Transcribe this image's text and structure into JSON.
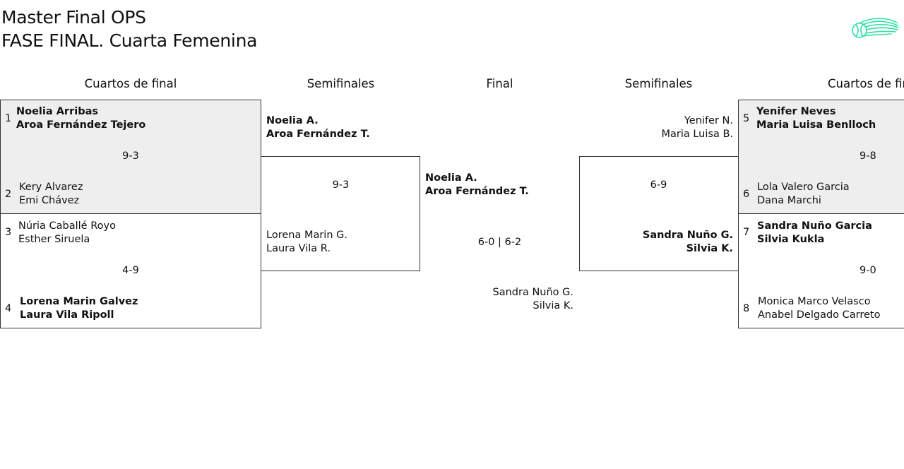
{
  "title": {
    "line1": "Master Final OPS",
    "line2": "FASE FINAL. Cuarta Femenina"
  },
  "logo_icon": "tennis-ball-logo-icon",
  "colors": {
    "accent": "#2de0a0",
    "shade": "#eeeeee",
    "border": "#333333"
  },
  "headers": {
    "qf_left": "Cuartos de final",
    "sf_left": "Semifinales",
    "final": "Final",
    "sf_right": "Semifinales",
    "qf_right": "Cuartos de fin"
  },
  "qf_left": {
    "m1": {
      "s1": "1",
      "p1a": "Noelia Arribas",
      "p1b": "Aroa Fernández Tejero",
      "score": "9-3",
      "s2": "2",
      "p2a": "Kery Alvarez",
      "p2b": "Emi Chávez"
    },
    "m2": {
      "s1": "3",
      "p1a": "Núria Caballé Royo",
      "p1b": "Esther Siruela",
      "score": "4-9",
      "s2": "4",
      "p2a": "Lorena Marin Galvez",
      "p2b": "Laura Vila Ripoll"
    }
  },
  "sf_left": {
    "t1a": "Noelia A.",
    "t1b": "Aroa Fernández T.",
    "score": "9-3",
    "t2a": "Lorena Marin G.",
    "t2b": "Laura Vila R."
  },
  "final": {
    "t1a": "Noelia A.",
    "t1b": "Aroa Fernández T.",
    "score": "6-0 | 6-2",
    "t2a": "Sandra Nuño G.",
    "t2b": "Silvia K."
  },
  "sf_right": {
    "t1a": "Yenifer N.",
    "t1b": "Maria Luisa B.",
    "score": "6-9",
    "t2a": "Sandra Nuño G.",
    "t2b": "Silvia K."
  },
  "qf_right": {
    "m1": {
      "s1": "5",
      "p1a": "Yenifer Neves",
      "p1b": "Maria Luisa Benlloch",
      "score": "9-8",
      "s2": "6",
      "p2a": "Lola Valero Garcia",
      "p2b": "Dana Marchi"
    },
    "m2": {
      "s1": "7",
      "p1a": "Sandra Nuño Garcia",
      "p1b": "Silvia Kukla",
      "score": "9-0",
      "s2": "8",
      "p2a": "Monica Marco Velasco",
      "p2b": "Anabel Delgado Carreto"
    }
  }
}
